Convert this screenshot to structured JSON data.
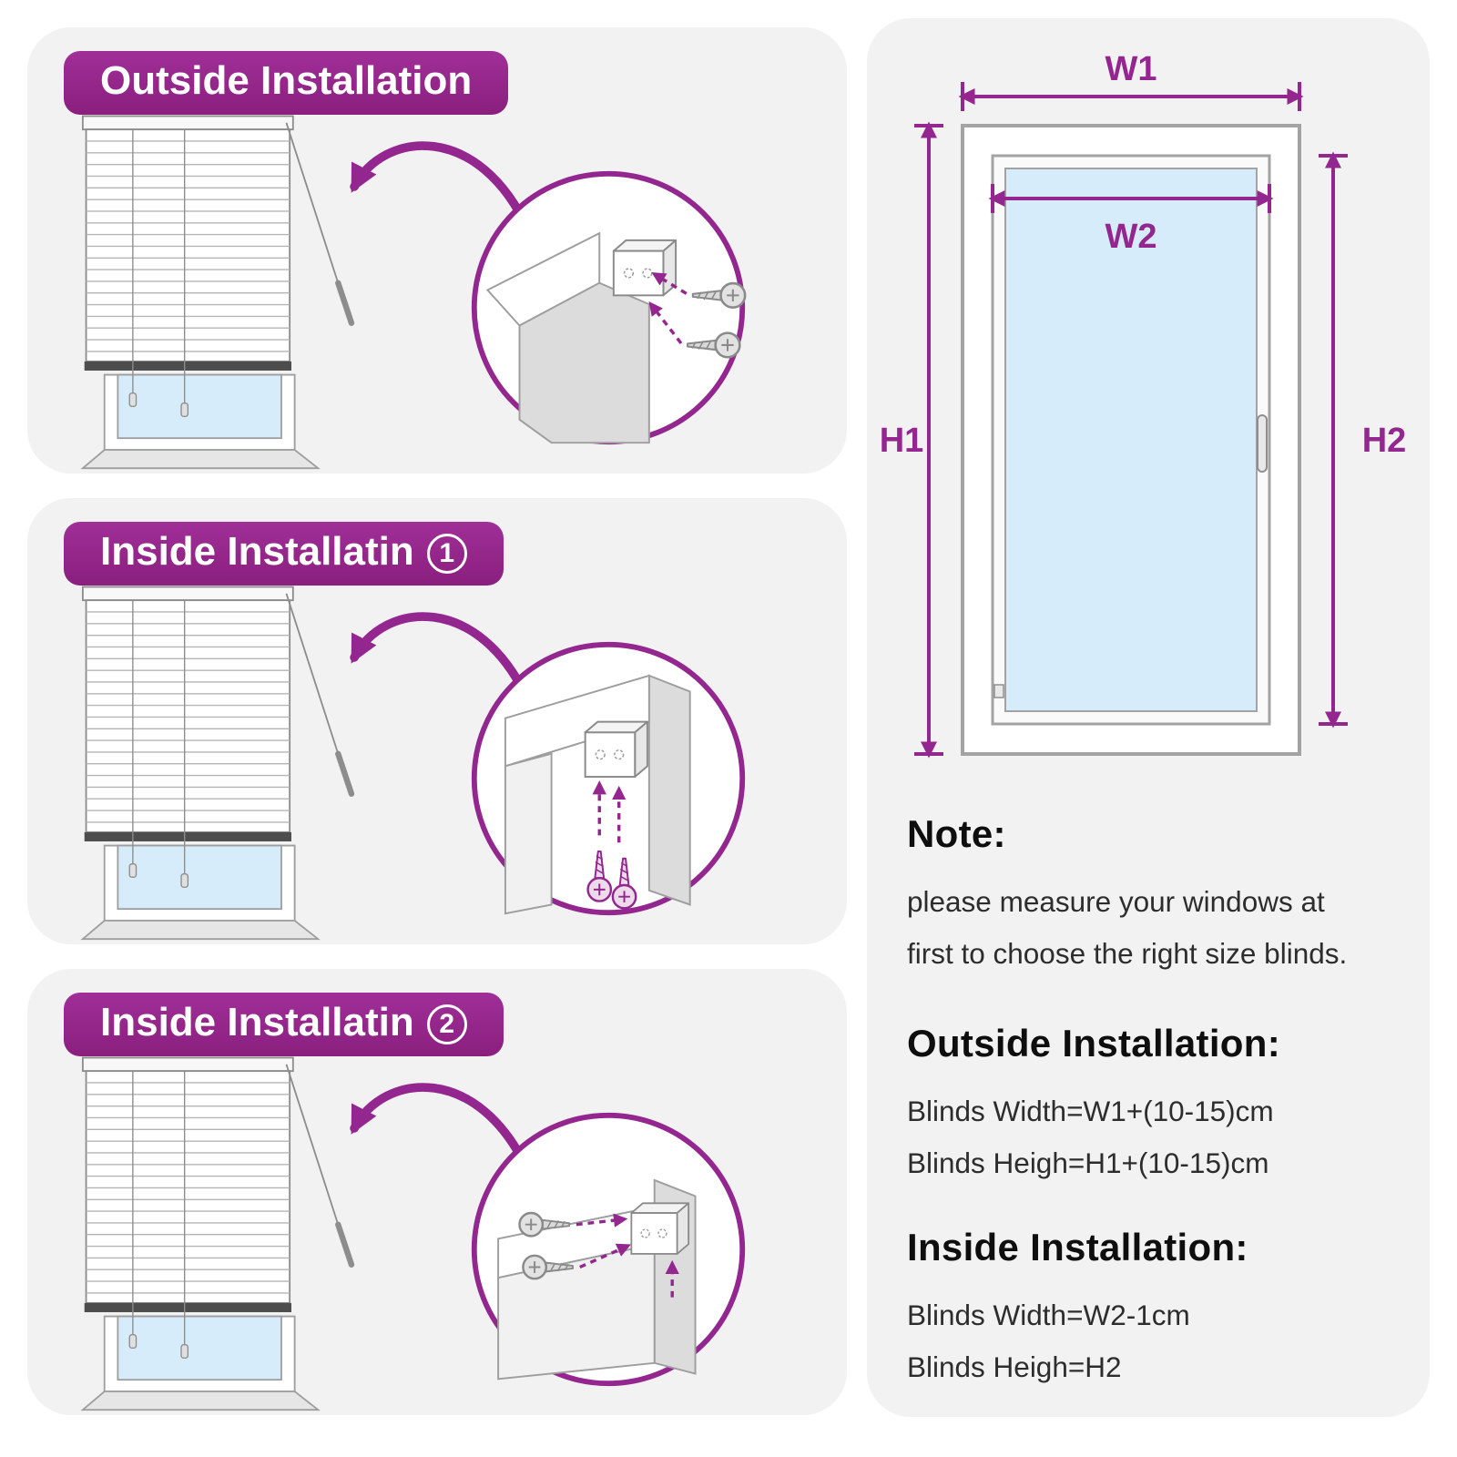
{
  "colors": {
    "accent": "#93278F",
    "glass": "#D7ECFA",
    "panel_bg": "#F2F2F3"
  },
  "panels": [
    {
      "title": "Outside Installation",
      "badge": ""
    },
    {
      "title": "Inside Installatin",
      "badge": "1"
    },
    {
      "title": "Inside Installatin",
      "badge": "2"
    }
  ],
  "diagram": {
    "w1": "W1",
    "w2": "W2",
    "h1": "H1",
    "h2": "H2"
  },
  "note": {
    "heading": "Note:",
    "line1": "please measure your windows at",
    "line2": "first to choose the right size blinds."
  },
  "outside_installation": {
    "heading": "Outside Installation:",
    "width_formula": "Blinds Width=W1+(10-15)cm",
    "height_formula": "Blinds Heigh=H1+(10-15)cm"
  },
  "inside_installation": {
    "heading": "Inside Installation:",
    "width_formula": "Blinds Width=W2-1cm",
    "height_formula": "Blinds Heigh=H2"
  }
}
